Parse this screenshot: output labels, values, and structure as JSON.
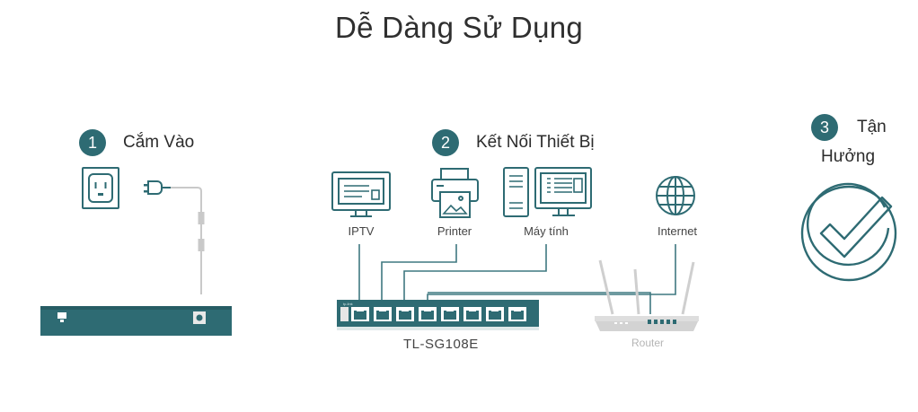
{
  "title": "Dễ Dàng Sử Dụng",
  "steps": [
    {
      "number": "1",
      "label": "Cắm Vào"
    },
    {
      "number": "2",
      "label": "Kết Nối Thiết Bị"
    },
    {
      "number": "3",
      "label_line1": "Tận",
      "label_line2": "Hưởng"
    }
  ],
  "devices": {
    "iptv": "IPTV",
    "printer": "Printer",
    "computer": "Máy tính",
    "internet": "Internet"
  },
  "switch_model": "TL-SG108E",
  "router_label": "Router",
  "colors": {
    "teal": "#2e6b73",
    "line": "#3f7880",
    "router": "#cfcfcf"
  }
}
